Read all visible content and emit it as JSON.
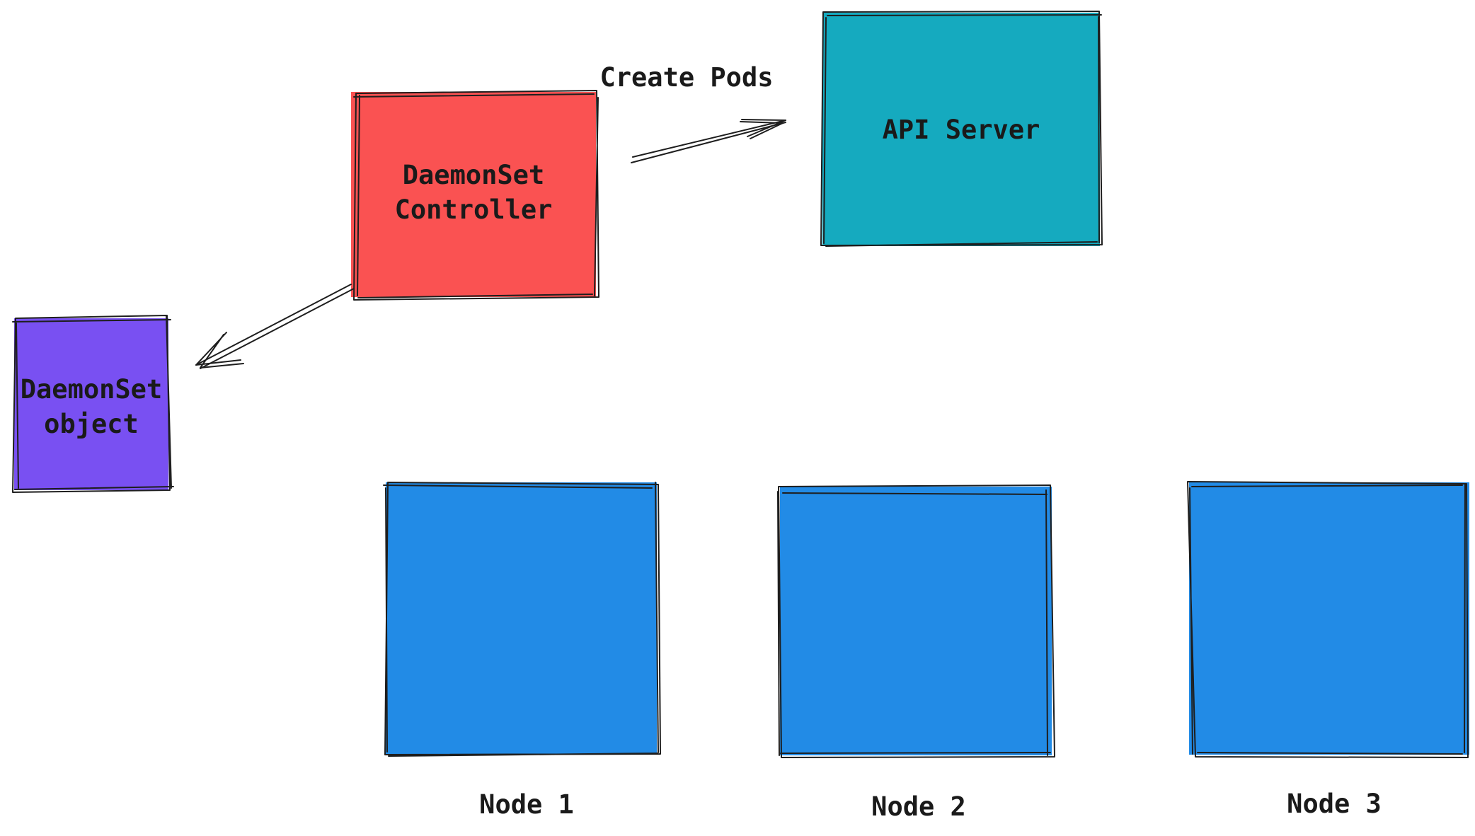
{
  "nodes": {
    "controller": {
      "line1": "DaemonSet",
      "line2": "Controller",
      "color": "#fa5252"
    },
    "api_server": {
      "label": "API Server",
      "color": "#15aabf"
    },
    "daemonset_object": {
      "line1": "DaemonSet",
      "line2": "object",
      "color": "#7950f2"
    },
    "node1": {
      "label": "Node 1",
      "color": "#228be6"
    },
    "node2": {
      "label": "Node 2",
      "color": "#228be6"
    },
    "node3": {
      "label": "Node 3",
      "color": "#228be6"
    }
  },
  "edges": {
    "create_pods": {
      "label": "Create Pods"
    }
  }
}
